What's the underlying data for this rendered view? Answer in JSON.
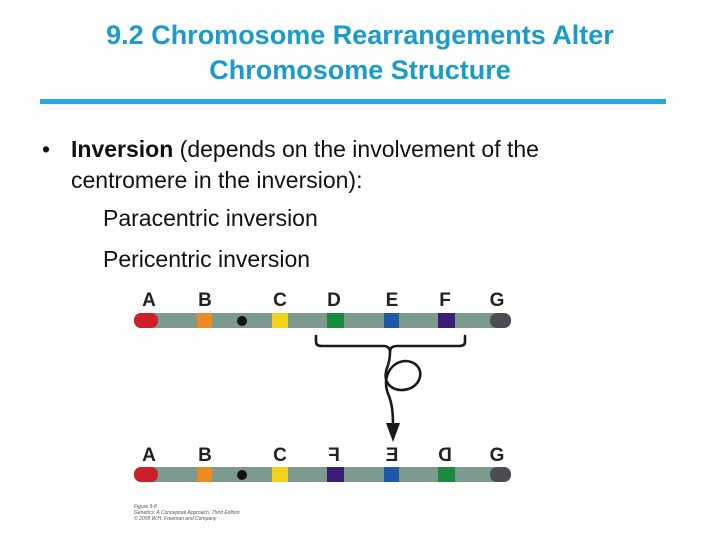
{
  "slide": {
    "title_line1": "9.2 Chromosome Rearrangements Alter",
    "title_line2": "Chromosome Structure",
    "bullet_char": "•",
    "bullet_bold": "Inversion",
    "bullet_rest": " (depends on the involvement of the",
    "bullet_line2": "centromere in the inversion):",
    "sub1": "Paracentric inversion",
    "sub2": "Pericentric inversion"
  },
  "figure": {
    "top_labels": [
      "A",
      "B",
      "C",
      "D",
      "E",
      "F",
      "G"
    ],
    "bottom_labels": [
      "A",
      "B",
      "C",
      "F",
      "E",
      "D",
      "G"
    ],
    "bottom_mirrored": [
      false,
      false,
      false,
      true,
      true,
      true,
      false
    ],
    "caption_lines": [
      "Figure 9-8",
      "Genetics: A Conceptual Approach, Third Edition",
      "© 2009 W.H. Freeman and Company"
    ],
    "colors": {
      "chromosome": "#7c9a8d",
      "A": "#cc1f2a",
      "B": "#e98a22",
      "C": "#f2d21b",
      "D": "#1c8a3c",
      "E": "#1f5aa8",
      "F": "#3a1d74",
      "G": "#4b4d52",
      "title": "#1b9bc9",
      "rule": "#29a7da"
    }
  }
}
